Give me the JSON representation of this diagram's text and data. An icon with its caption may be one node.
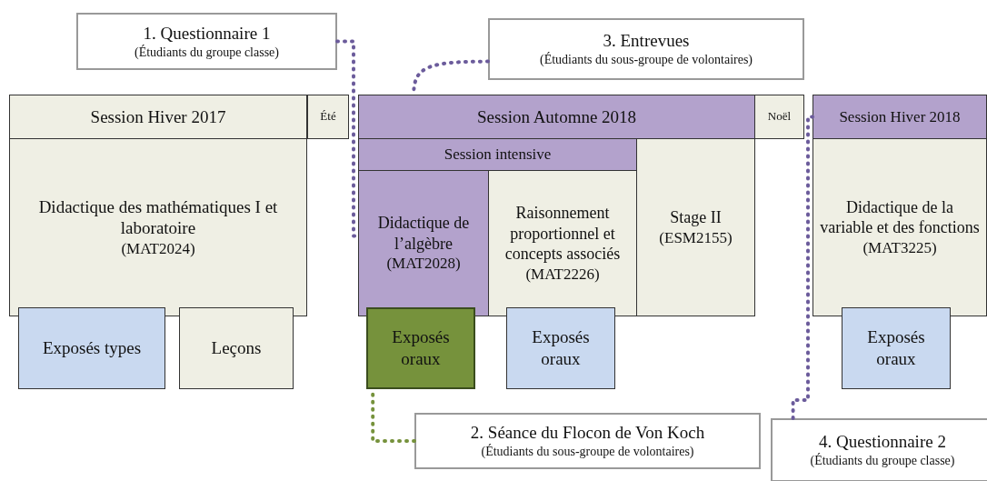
{
  "diagram": {
    "nodes": [
      {
        "text": [
          "1. Questionnaire 1",
          "(Étudiants du groupe classe)"
        ]
      },
      {
        "text": [
          "3. Entrevues",
          "(Étudiants du sous-groupe de volontaires)"
        ]
      },
      {
        "text": [
          "Session Hiver 2017"
        ]
      },
      {
        "text": [
          "Été"
        ]
      },
      {
        "text": [
          "Session Automne 2018"
        ]
      },
      {
        "text": [
          "Noël"
        ]
      },
      {
        "text": [
          "Session Hiver 2018"
        ]
      },
      {
        "text": [
          "Didactique des mathématiques I et laboratoire",
          "(MAT2024)"
        ]
      },
      {
        "text": [
          "Session intensive"
        ]
      },
      {
        "text": [
          "Didactique de l’algèbre",
          "(MAT2028)"
        ]
      },
      {
        "text": [
          "Raisonnement proportionnel et concepts associés",
          "(MAT2226)"
        ]
      },
      {
        "text": [
          "Stage II",
          "(ESM2155)"
        ]
      },
      {
        "text": [
          "Didactique de la variable et des fonctions",
          "(MAT3225)"
        ]
      },
      {
        "text": [
          "Exposés types"
        ]
      },
      {
        "text": [
          "Leçons"
        ]
      },
      {
        "text": [
          "Exposés oraux"
        ]
      },
      {
        "text": [
          "Exposés oraux"
        ]
      },
      {
        "text": [
          "Exposés oraux"
        ]
      },
      {
        "text": [
          "2. Séance du Flocon de Von Koch",
          "(Étudiants du sous-groupe de volontaires)"
        ]
      },
      {
        "text": [
          "4. Questionnaire 2",
          "(Étudiants du groupe classe)"
        ]
      }
    ],
    "edges": [
      {
        "from": 0,
        "to": 9,
        "arrow": "none",
        "style": "dashed"
      },
      {
        "from": 1,
        "to": 4,
        "arrow": "none",
        "style": "dashed"
      },
      {
        "from": 18,
        "to": 15,
        "arrow": "none",
        "style": "dashed",
        "color": "#76923c"
      },
      {
        "from": 19,
        "to": 6,
        "arrow": "none",
        "style": "dashed"
      }
    ]
  }
}
